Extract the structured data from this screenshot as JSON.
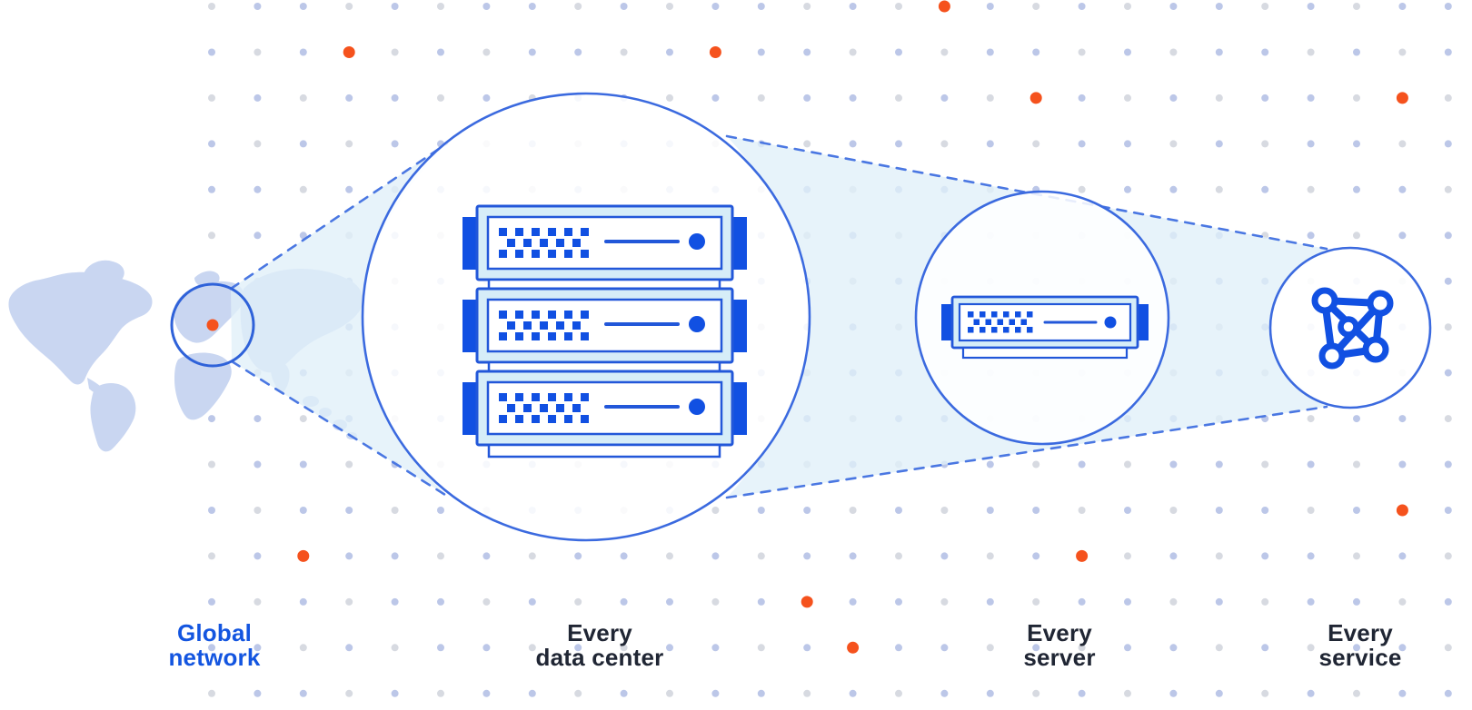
{
  "title": "Global network diagram",
  "labels": {
    "global_network": {
      "line1": "Global",
      "line2": "network"
    },
    "data_center": {
      "line1": "Every",
      "line2": "data center"
    },
    "server": {
      "line1": "Every",
      "line2": "server"
    },
    "service": {
      "line1": "Every",
      "line2": "service"
    }
  },
  "flow": [
    "Global network",
    "Every data center",
    "Every server",
    "Every service"
  ],
  "colors": {
    "accent_orange": "#f5521d",
    "server_blue": "#1150e2",
    "server_border_blue": "#2257d9",
    "server_body_fill": "#d6edf8",
    "outline_blue": "#3b6adf",
    "dashed_blue": "#4a77e2",
    "beam_fill": "#e0f0f8",
    "map_fill": "#c9d6f1",
    "dot_blue": "#bcc7e8",
    "dot_gray": "#d7dae1",
    "label_dark": "#202634",
    "label_blue": "#1355e0"
  },
  "dots": {
    "orange_cells": [
      [
        3,
        1
      ],
      [
        11,
        1
      ],
      [
        16,
        0
      ],
      [
        18,
        2
      ],
      [
        26,
        2
      ],
      [
        26,
        11
      ],
      [
        2,
        12
      ],
      [
        19,
        12
      ],
      [
        13,
        13
      ],
      [
        14,
        14
      ]
    ]
  },
  "icons": {
    "map_marker": "location-dot-icon",
    "mesh": "service-mesh-icon",
    "servers": "server-rack-icon"
  }
}
